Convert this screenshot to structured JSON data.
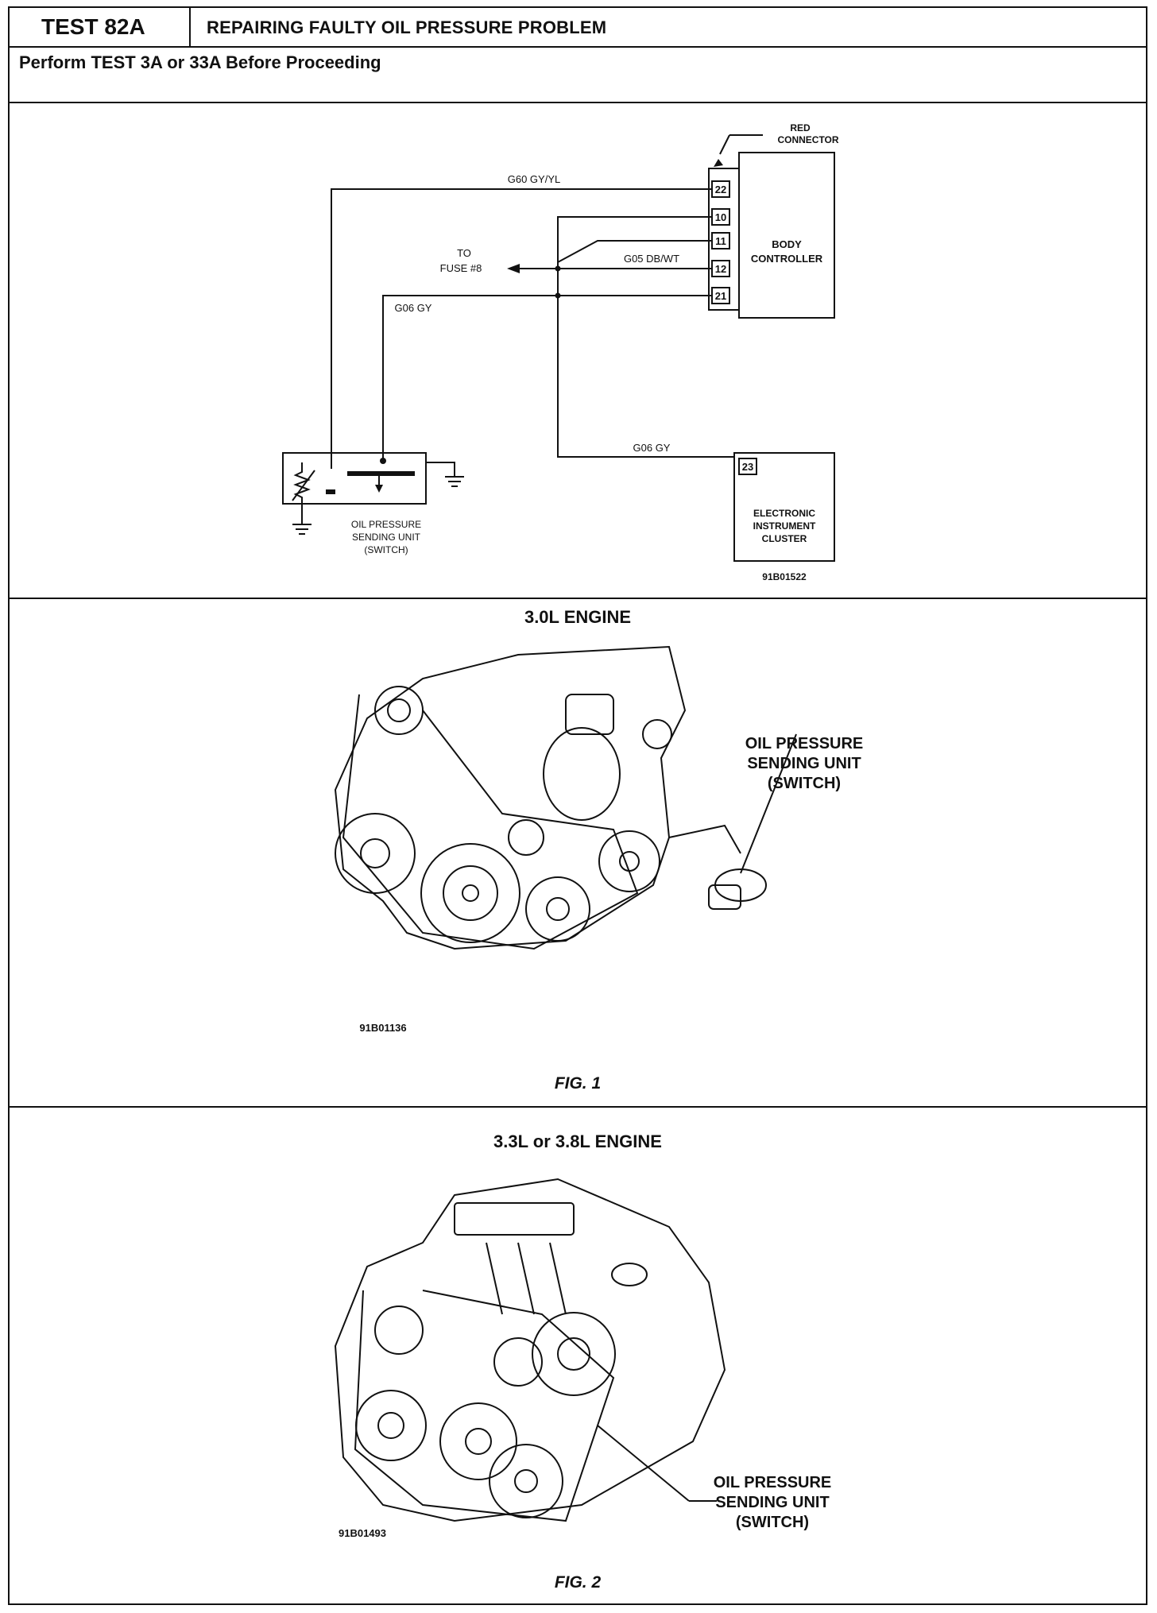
{
  "header": {
    "test_id": "TEST 82A",
    "title": "REPAIRING FAULTY OIL PRESSURE PROBLEM",
    "prerequisite": "Perform TEST 3A or 33A Before Proceeding"
  },
  "wiring": {
    "connector_label_1": "RED",
    "connector_label_2": "CONNECTOR",
    "body_controller_1": "BODY",
    "body_controller_2": "CONTROLLER",
    "pins": [
      "22",
      "10",
      "11",
      "12",
      "21"
    ],
    "wire_g60": "G60 GY/YL",
    "wire_g05": "G05 DB/WT",
    "wire_g06_top": "G06 GY",
    "wire_g06_bottom": "G06 GY",
    "fuse_1": "TO",
    "fuse_2": "FUSE #8",
    "sender_1": "OIL PRESSURE",
    "sender_2": "SENDING UNIT",
    "sender_3": "(SWITCH)",
    "cluster_pin": "23",
    "cluster_1": "ELECTRONIC",
    "cluster_2": "INSTRUMENT",
    "cluster_3": "CLUSTER",
    "diagram_code": "91B01522"
  },
  "engine1": {
    "caption": "3.0L ENGINE",
    "callout_1": "OIL PRESSURE",
    "callout_2": "SENDING UNIT",
    "callout_3": "(SWITCH)",
    "code": "91B01136",
    "figure": "FIG. 1"
  },
  "engine2": {
    "caption": "3.3L or 3.8L ENGINE",
    "callout_1": "OIL PRESSURE",
    "callout_2": "SENDING UNIT",
    "callout_3": "(SWITCH)",
    "code": "91B01493",
    "figure": "FIG. 2"
  }
}
